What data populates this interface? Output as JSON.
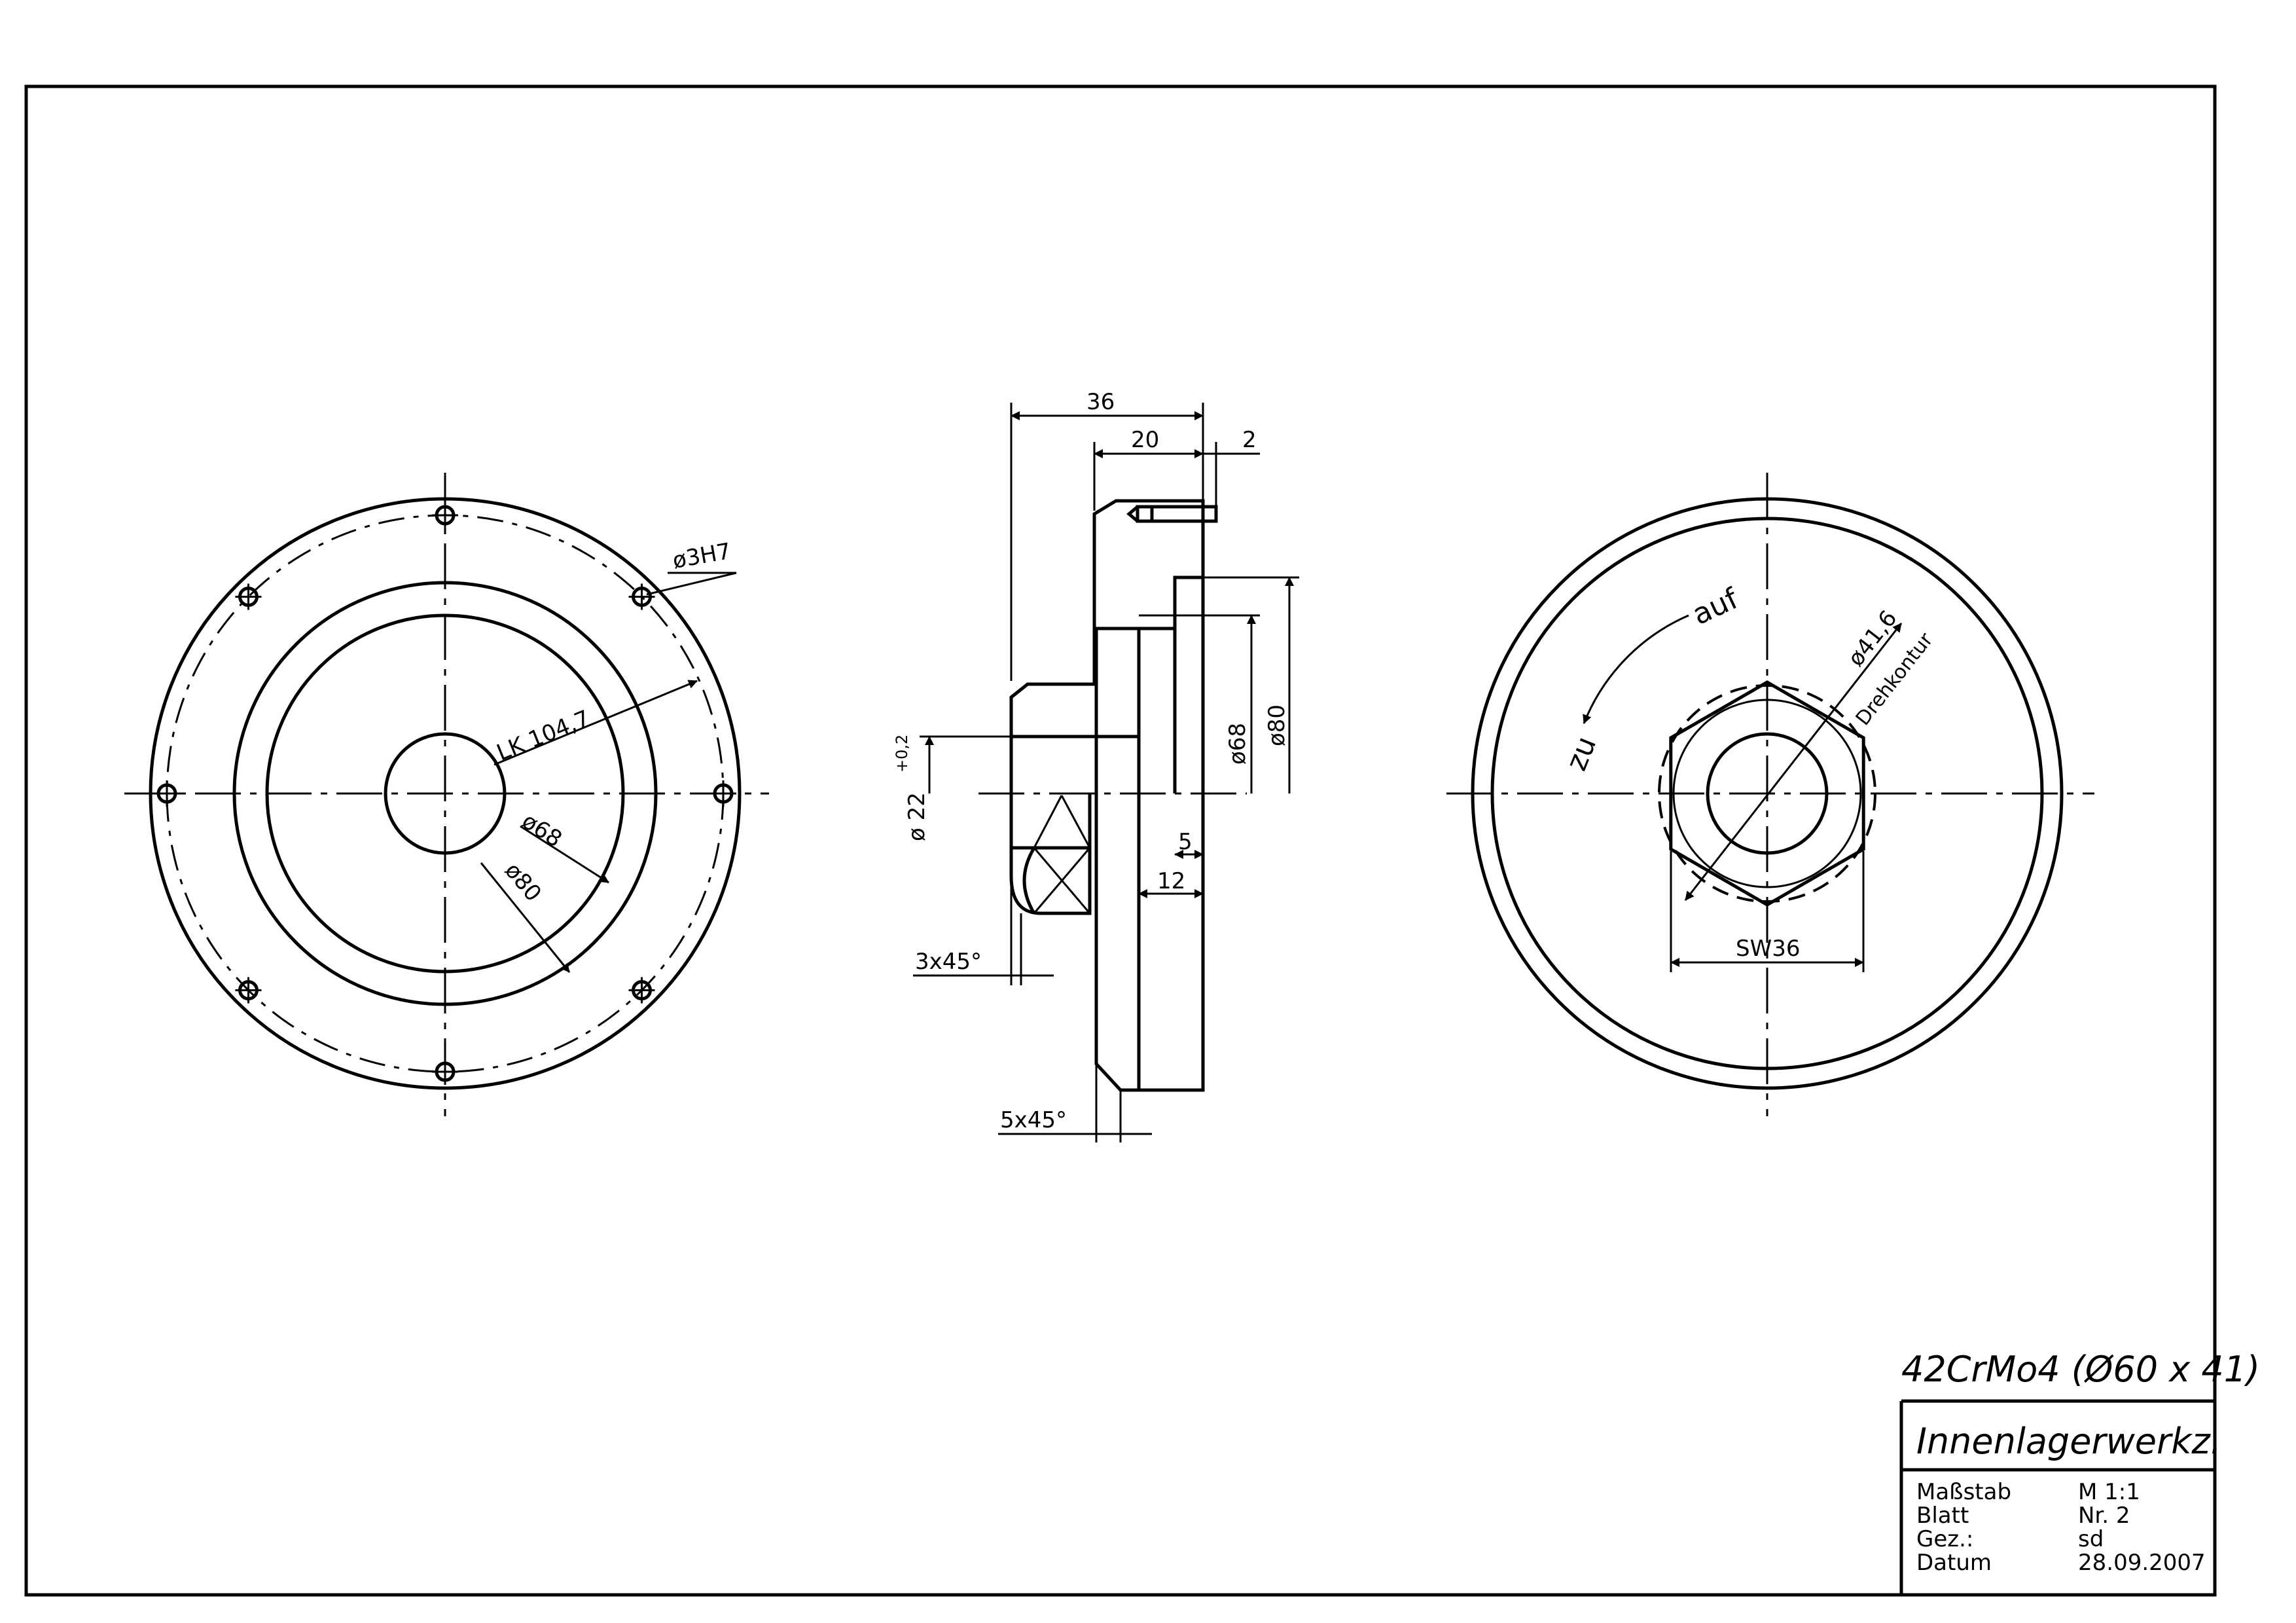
{
  "material": "42CrMo4 (Ø60 x 41)",
  "part_name": "Innenlagerwerkz.",
  "title_block": [
    {
      "label": "Maßstab",
      "value": "M 1:1"
    },
    {
      "label": "Blatt",
      "value": "Nr. 2"
    },
    {
      "label": "Gez.:",
      "value": "sd"
    },
    {
      "label": "Datum",
      "value": "28.09.2007"
    }
  ],
  "front_view": {
    "hole_label": "ø3H7",
    "bolt_circle_label": "LK 104,7",
    "dia_inner_label": "ø68",
    "dia_outer_label": "ø80"
  },
  "section_view": {
    "dim_36": "36",
    "dim_20": "20",
    "dim_2": "2",
    "dim_68": "ø68",
    "dim_80": "ø80",
    "dim_5": "5",
    "dim_12": "12",
    "bore_label": "ø 22",
    "bore_tol": "+0,2",
    "chamfer_small": "3x45°",
    "chamfer_large": "5x45°"
  },
  "rear_view": {
    "open_label": "auf",
    "close_label": "zu",
    "dia_label": "ø41,6",
    "contour_label": "Drehkontur",
    "wrench_size": "SW36"
  }
}
